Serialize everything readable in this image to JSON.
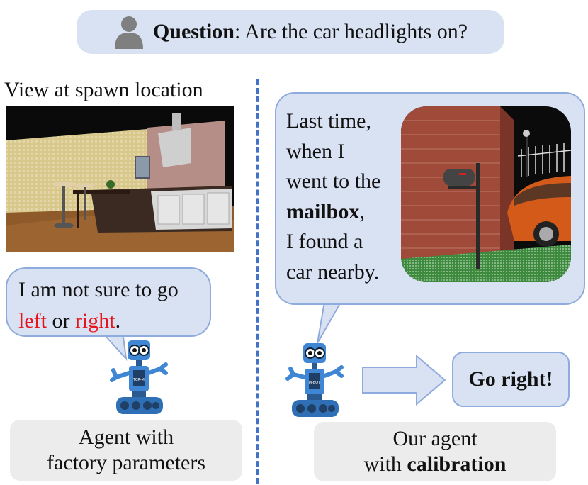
{
  "question": {
    "label": "Question",
    "text": ": Are the car headlights on?"
  },
  "spawn": {
    "label": "View at spawn location"
  },
  "left_bubble": {
    "line1": "I am not sure to go",
    "word_left": "left",
    "word_or": " or ",
    "word_right": "right",
    "period": "."
  },
  "right_bubble": {
    "line1": "Last time,",
    "line2": "when I",
    "line3": "went to the",
    "line4_bold": "mailbox",
    "line4_rest": ",",
    "line5": "I found a",
    "line6": "car nearby."
  },
  "robot_left": {
    "badge": "TCR-M"
  },
  "robot_right": {
    "badge": "M-BOT"
  },
  "action": {
    "label": "Go right!"
  },
  "caption_left": {
    "line1": "Agent with",
    "line2": "factory parameters"
  },
  "caption_right": {
    "line1": "Our agent",
    "line2_prefix": "with ",
    "line2_bold": "calibration"
  },
  "colors": {
    "bubble_fill": "#d9e2f3",
    "bubble_stroke": "#8faadc",
    "divider": "#4472c4",
    "highlight": "#e8141b",
    "caption_bg": "#ececec"
  }
}
